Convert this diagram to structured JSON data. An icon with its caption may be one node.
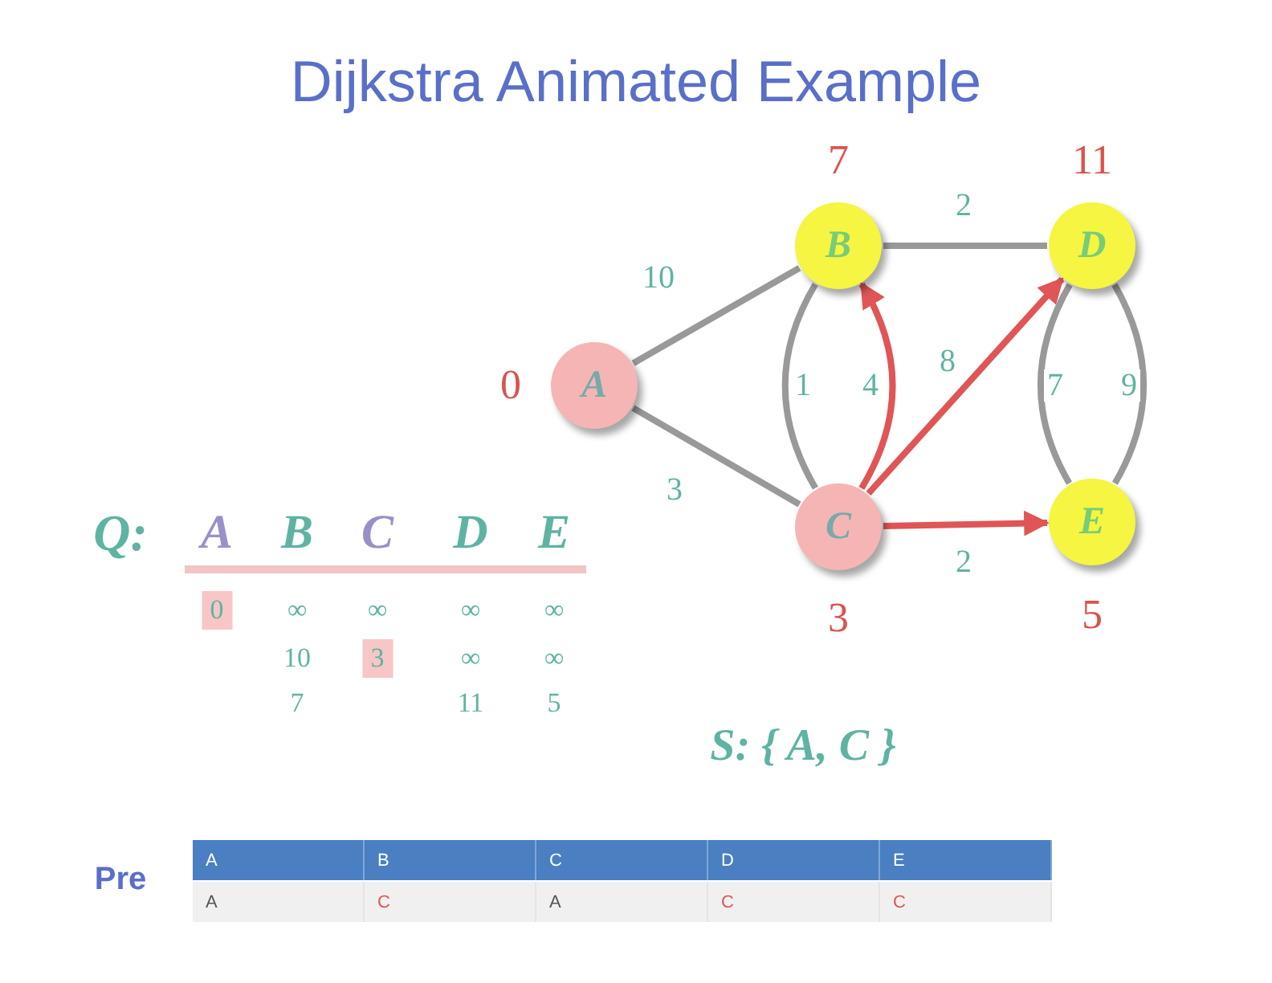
{
  "diagram": {
    "title": "Dijkstra Animated Example",
    "nodes": [
      {
        "text": [
          "A"
        ],
        "beside": [
          "0"
        ]
      },
      {
        "text": [
          "B"
        ],
        "beside": [
          "7"
        ]
      },
      {
        "text": [
          "C"
        ],
        "beside": [
          "3"
        ]
      },
      {
        "text": [
          "D"
        ],
        "beside": [
          "11"
        ]
      },
      {
        "text": [
          "E"
        ],
        "beside": [
          "5"
        ]
      }
    ],
    "edges": [
      {
        "from": 0,
        "to": 1,
        "arrow": "none",
        "label": "10"
      },
      {
        "from": 0,
        "to": 2,
        "arrow": "none",
        "label": "3"
      },
      {
        "from": 1,
        "to": 3,
        "arrow": "none",
        "label": "2"
      },
      {
        "from": 1,
        "to": 2,
        "arrow": "none",
        "label": "1"
      },
      {
        "from": 2,
        "to": 1,
        "arrow": "to",
        "label": "4",
        "color": "#e05555"
      },
      {
        "from": 2,
        "to": 3,
        "arrow": "to",
        "label": "8",
        "color": "#e05555"
      },
      {
        "from": 2,
        "to": 4,
        "arrow": "to",
        "label": "2",
        "color": "#e05555"
      },
      {
        "from": 3,
        "to": 4,
        "arrow": "none",
        "label": "7"
      },
      {
        "from": 4,
        "to": 3,
        "arrow": "none",
        "label": "9"
      }
    ],
    "labels": [
      "Q:",
      "A",
      "B",
      "C",
      "D",
      "E",
      "0",
      "∞",
      "∞",
      "∞",
      "∞",
      "10",
      "3",
      "∞",
      "∞",
      "7",
      "11",
      "5",
      "S: { A, C }",
      "Pre",
      "A",
      "B",
      "C",
      "D",
      "E",
      "A",
      "C",
      "A",
      "C",
      "C"
    ]
  }
}
